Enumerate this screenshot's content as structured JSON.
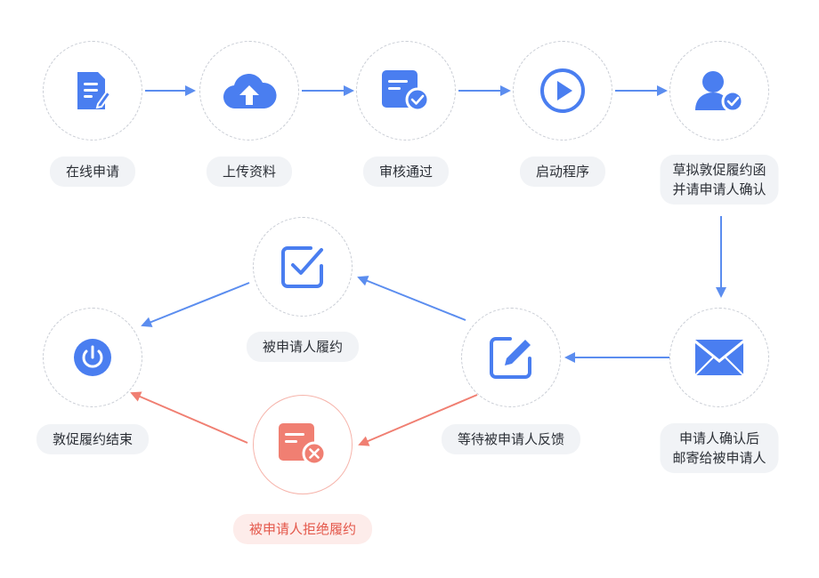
{
  "nodes": {
    "apply_online": {
      "label": "在线申请",
      "icon": "document-edit-icon"
    },
    "upload_docs": {
      "label": "上传资料",
      "icon": "cloud-upload-icon"
    },
    "review_pass": {
      "label": "审核通过",
      "icon": "approved-form-icon"
    },
    "start_procedure": {
      "label": "启动程序",
      "icon": "play-icon"
    },
    "draft_letter": {
      "label_line1": "草拟敦促履约函",
      "label_line2": "并请申请人确认",
      "icon": "user-check-icon"
    },
    "mail_to_respondent": {
      "label_line1": "申请人确认后",
      "label_line2": "邮寄给被申请人",
      "icon": "envelope-icon"
    },
    "await_feedback": {
      "label": "等待被申请人反馈",
      "icon": "edit-square-icon"
    },
    "respondent_performs": {
      "label": "被申请人履约",
      "icon": "checkbox-icon"
    },
    "respondent_refuses": {
      "label": "被申请人拒绝履约",
      "icon": "rejected-form-icon"
    },
    "urging_ends": {
      "label": "敦促履约结束",
      "icon": "power-icon"
    }
  },
  "colors": {
    "blue": "#4a7ef0",
    "arrow_blue": "#5b8def",
    "red": "#f07f72",
    "red_text": "#e4574a"
  }
}
